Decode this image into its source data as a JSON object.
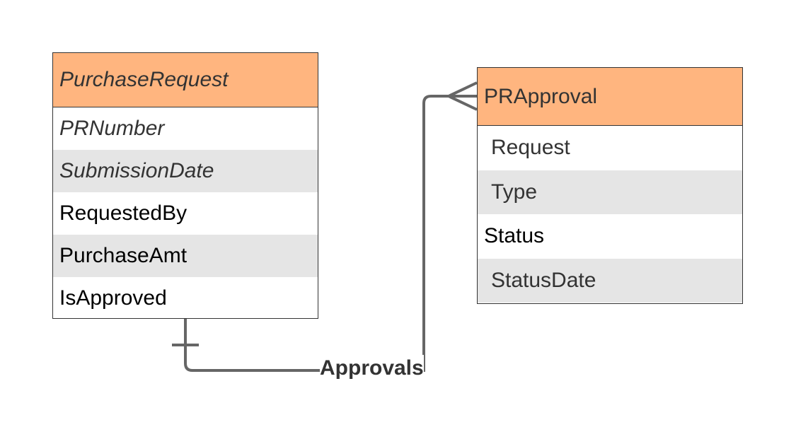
{
  "entities": {
    "purchase_request": {
      "title": "PurchaseRequest",
      "attributes": [
        "PRNumber",
        "SubmissionDate",
        "RequestedBy",
        "PurchaseAmt",
        "IsApproved"
      ]
    },
    "pr_approval": {
      "title": "PRApproval",
      "attributes": [
        "Request",
        "Type",
        "Status",
        "StatusDate"
      ]
    }
  },
  "relationship": {
    "label": "Approvals",
    "from_cardinality": "one",
    "to_cardinality": "many"
  },
  "colors": {
    "header_fill": "#ffb57f",
    "alt_row_fill": "#e5e5e5",
    "line": "#666666",
    "border": "#333333"
  }
}
